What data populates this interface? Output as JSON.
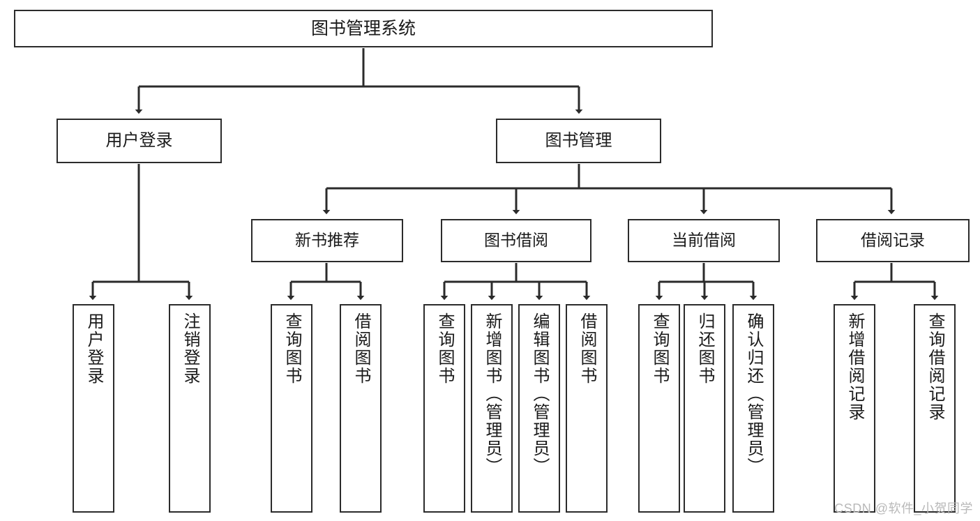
{
  "diagram": {
    "title": "图书管理系统",
    "watermark": "CSDN @软件_小贺同学",
    "line_color": "#2b2b2b",
    "box_border_color": "#2b2b2b",
    "box_fill_color": "#ffffff",
    "text_color": "#1a1a1a",
    "background_color": "#ffffff"
  },
  "nodes": {
    "root": {
      "label": "图书管理系统"
    },
    "level2": [
      {
        "id": "user-login",
        "label": "用户登录"
      },
      {
        "id": "book-management",
        "label": "图书管理"
      }
    ],
    "level3": [
      {
        "id": "new-book-recommend",
        "label": "新书推荐"
      },
      {
        "id": "book-borrow",
        "label": "图书借阅"
      },
      {
        "id": "current-borrow",
        "label": "当前借阅"
      },
      {
        "id": "borrow-record",
        "label": "借阅记录"
      }
    ],
    "leaves": {
      "user_login": [
        {
          "id": "leaf-user-login",
          "label": "用户登录"
        },
        {
          "id": "leaf-logout-login",
          "label": "注销登录"
        }
      ],
      "new_book_recommend": [
        {
          "id": "leaf-query-book-1",
          "label": "查询图书"
        },
        {
          "id": "leaf-borrow-book-1",
          "label": "借阅图书"
        }
      ],
      "book_borrow": [
        {
          "id": "leaf-query-book-2",
          "label": "查询图书"
        },
        {
          "id": "leaf-add-book",
          "label": "新增图书（管理员）"
        },
        {
          "id": "leaf-edit-book",
          "label": "编辑图书（管理员）"
        },
        {
          "id": "leaf-borrow-book-2",
          "label": "借阅图书"
        }
      ],
      "current_borrow": [
        {
          "id": "leaf-query-book-3",
          "label": "查询图书"
        },
        {
          "id": "leaf-return-book",
          "label": "归还图书"
        },
        {
          "id": "leaf-confirm-return",
          "label": "确认归还（管理员）"
        }
      ],
      "borrow_record": [
        {
          "id": "leaf-add-borrow-record",
          "label": "新增借阅记录"
        },
        {
          "id": "leaf-query-borrow-record",
          "label": "查询借阅记录"
        }
      ]
    }
  }
}
